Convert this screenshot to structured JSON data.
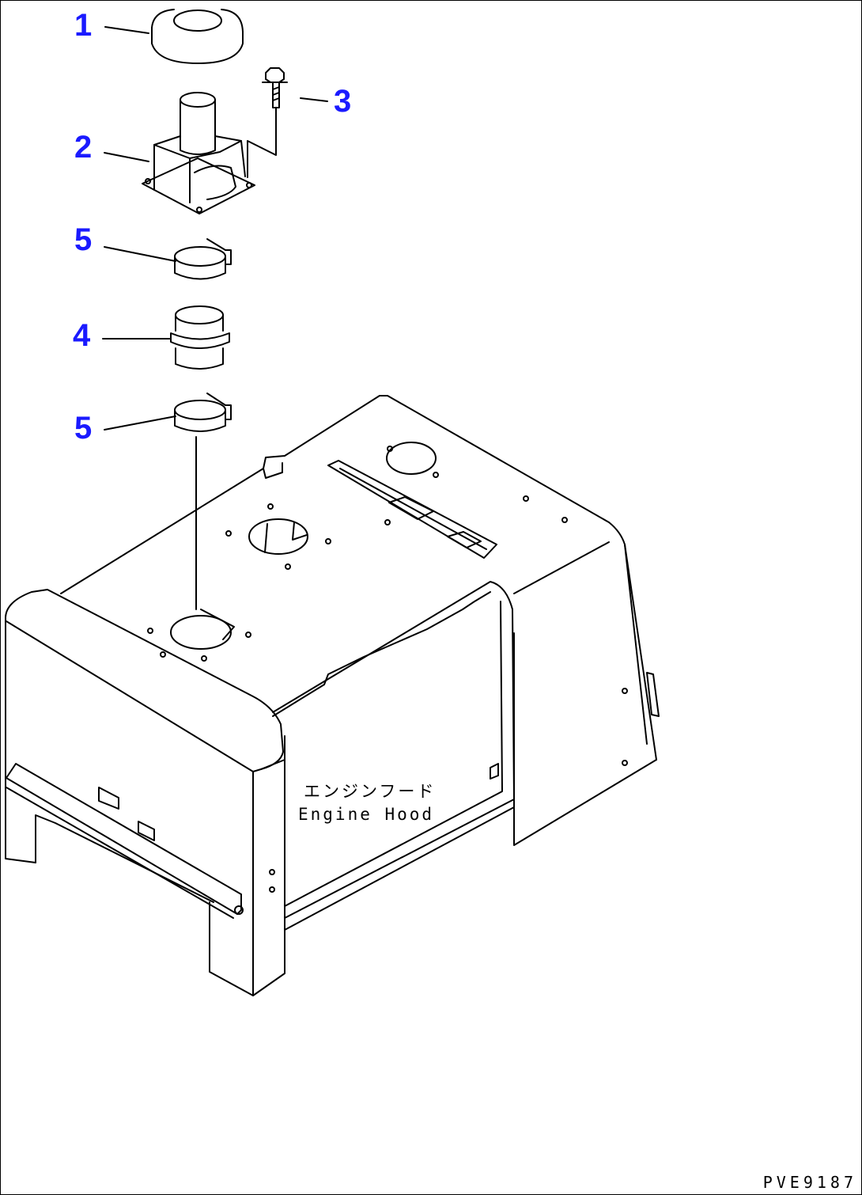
{
  "callouts": [
    {
      "id": "1",
      "label": "1"
    },
    {
      "id": "2",
      "label": "2"
    },
    {
      "id": "3",
      "label": "3"
    },
    {
      "id": "5a",
      "label": "5"
    },
    {
      "id": "4",
      "label": "4"
    },
    {
      "id": "5b",
      "label": "5"
    }
  ],
  "hood": {
    "label_jp": "エンジンフード",
    "label_en": "Engine Hood"
  },
  "drawing_code": "PVE9187",
  "colors": {
    "callout": "#1a1aff",
    "line": "#000000",
    "background": "#ffffff"
  }
}
